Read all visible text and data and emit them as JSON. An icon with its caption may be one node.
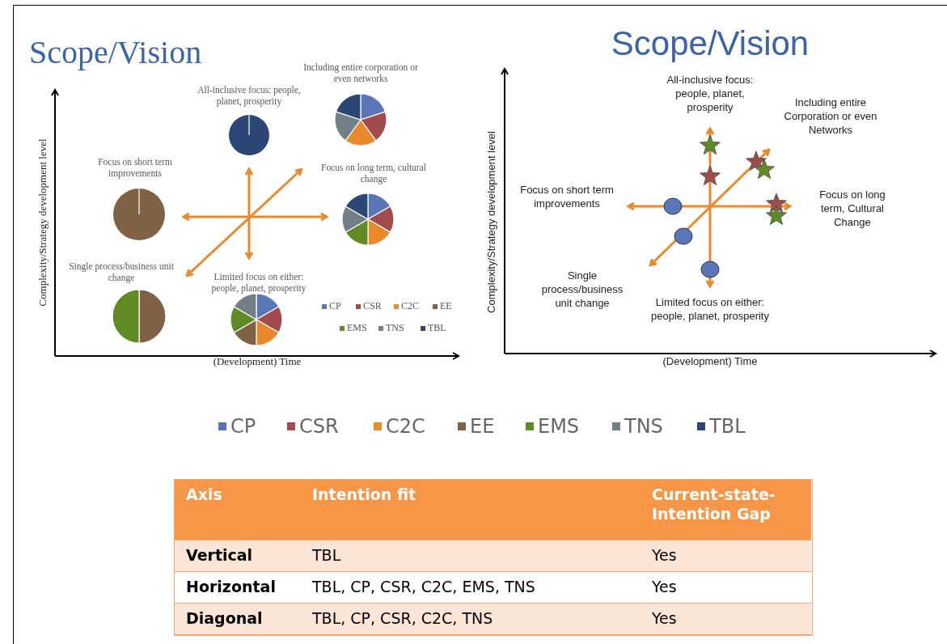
{
  "diagram": {
    "labels": [
      "Scope/Vision",
      "Including entire corporation or even networks",
      "All-inclusive focus: people, planet, prosperity",
      "Focus on short term improvements",
      "Focus on long term, cultural change",
      "Single process/business unit change",
      "Limited focus on either: people, planet, prosperity",
      "Complexity/Strategy development level",
      "(Development) Time",
      "Scope/Vision",
      "All-inclusive focus: people, planet, prosperity",
      "Including entire Corporation or even Networks",
      "Focus on short term improvements",
      "Focus on long term, Cultural Change",
      "Single process/business unit change",
      "Limited focus on either: people, planet, prosperity",
      "Complexity/Strategy development level",
      "(Development) Time",
      "Axis",
      "Intention fit",
      "Current-state-Intention Gap",
      "Vertical",
      "TBL",
      "Yes",
      "Horizontal",
      "TBL, CP, CSR, C2C, EMS, TNS",
      "Yes",
      "Diagonal",
      "TBL, CP, CSR, C2C, TNS",
      "Yes"
    ],
    "legend": [
      {
        "text": "CP",
        "color": "#5b76b8"
      },
      {
        "text": "CSR",
        "color": "#a24b4d"
      },
      {
        "text": "C2C",
        "color": "#e8892b"
      },
      {
        "text": "EE",
        "color": "#7f6244"
      },
      {
        "text": "EMS",
        "color": "#5f8a24"
      },
      {
        "text": "TNS",
        "color": "#737f87"
      },
      {
        "text": "TBL",
        "color": "#2c4776"
      },
      {
        "text": "CP",
        "color": "#5b76b8"
      },
      {
        "text": "CSR",
        "color": "#a24b4d"
      },
      {
        "text": "C2C",
        "color": "#e8892b"
      },
      {
        "text": "EE",
        "color": "#7f6244"
      },
      {
        "text": "EMS",
        "color": "#5f8a24"
      },
      {
        "text": "TNS",
        "color": "#737f87"
      },
      {
        "text": "TBL",
        "color": "#2c4776"
      }
    ]
  }
}
